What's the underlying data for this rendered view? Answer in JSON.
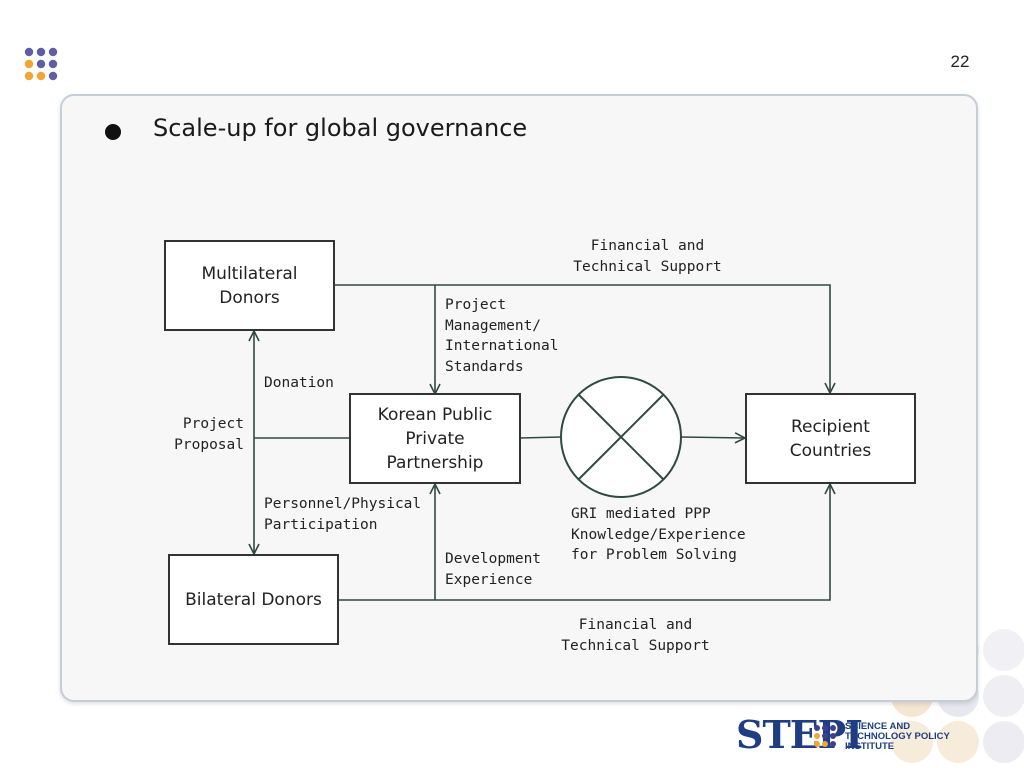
{
  "page_number": "22",
  "slide": {
    "title": "Scale-up for global governance"
  },
  "diagram": {
    "nodes": {
      "multilateral_donors": "Multilateral\nDonors",
      "korean_ppp": "Korean Public\nPrivate\nPartnership",
      "recipient_countries": "Recipient\nCountries",
      "bilateral_donors": "Bilateral Donors"
    },
    "edge_labels": {
      "financial_technical_top": "Financial and\nTechnical Support",
      "project_management": "Project\nManagement/\nInternational\nStandards",
      "donation": "Donation",
      "project_proposal": "Project\nProposal",
      "personnel_physical": "Personnel/Physical\nParticipation",
      "development_experience": "Development\nExperience",
      "gri_mediated": "GRI mediated PPP\nKnowledge/Experience\nfor Problem Solving",
      "financial_technical_bottom": "Financial and\nTechnical Support"
    },
    "colors": {
      "arrow": "#2f4a3f",
      "box_border": "#333333"
    }
  },
  "branding": {
    "logo_word": "STEPI",
    "logo_text": "SCIENCE AND\nTECHNOLOGY POLICY\nINSTITUTE",
    "dot_colors": [
      "#3f3f8f",
      "#f3a531"
    ]
  }
}
